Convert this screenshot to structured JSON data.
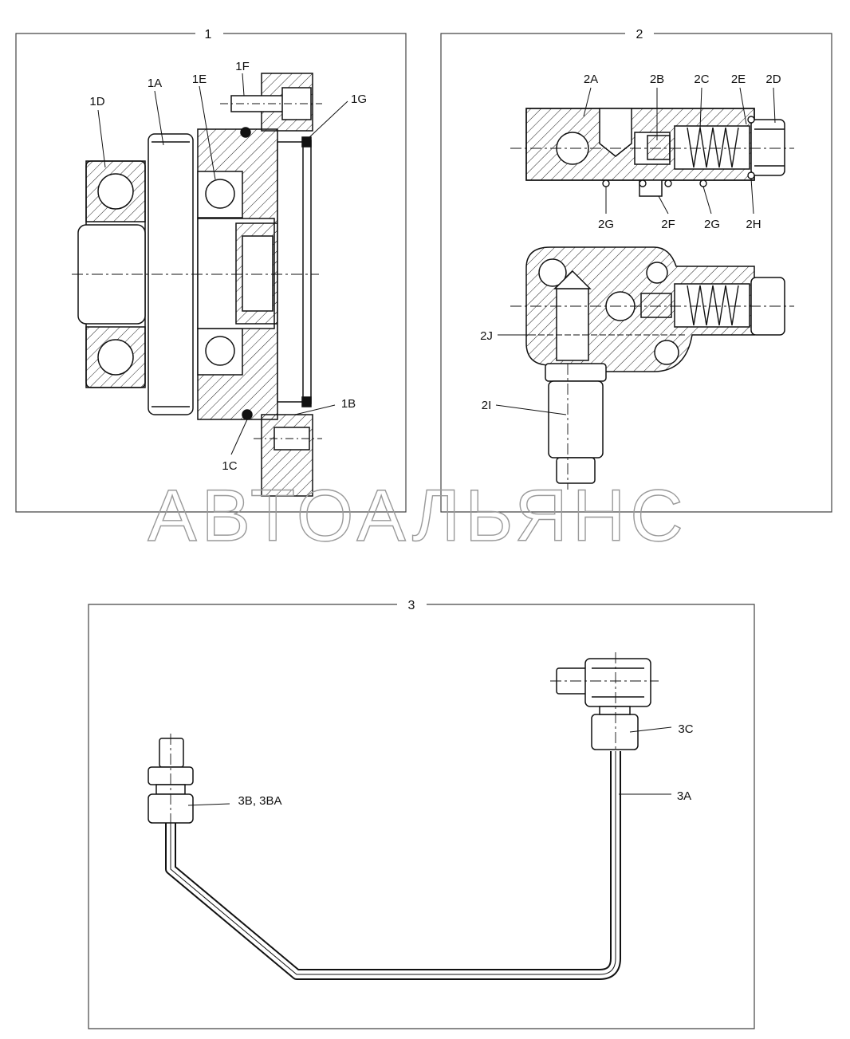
{
  "panels": [
    {
      "number": "1"
    },
    {
      "number": "2"
    },
    {
      "number": "3"
    }
  ],
  "callouts": {
    "p1": [
      "1D",
      "1A",
      "1E",
      "1F",
      "1G",
      "1B",
      "1C"
    ],
    "p2": [
      "2A",
      "2B",
      "2C",
      "2E",
      "2D",
      "2G",
      "2F",
      "2G",
      "2H",
      "2J",
      "2I"
    ],
    "p3": [
      "3C",
      "3B, 3BA",
      "3A"
    ]
  },
  "watermark": "АВТОАЛЬЯНС",
  "colors": {
    "line": "#111111",
    "frame": "#444444",
    "watermark": "#9a9a9a"
  }
}
